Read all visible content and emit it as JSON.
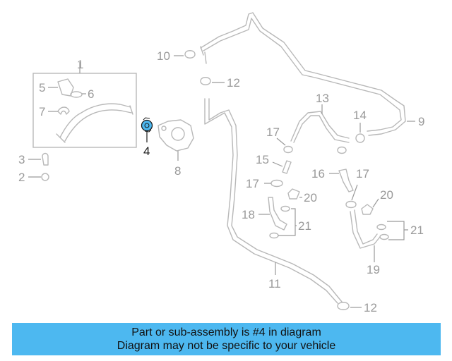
{
  "callouts": {
    "n1": "1",
    "n2": "2",
    "n3": "3",
    "n4": "4",
    "n5": "5",
    "n6": "6",
    "n7": "7",
    "n8": "8",
    "n9": "9",
    "n10": "10",
    "n11": "11",
    "n12": "12",
    "n13": "13",
    "n14": "14",
    "n15": "15",
    "n16": "16",
    "n17": "17",
    "n18": "18",
    "n19": "19",
    "n20": "20",
    "n21": "21"
  },
  "highlight": {
    "part": "4",
    "color": "#4db8f0"
  },
  "banner": {
    "line1": "Part or sub-assembly is #4 in diagram",
    "line2": "Diagram may not be specific to your vehicle",
    "color": "#4db8f0"
  }
}
